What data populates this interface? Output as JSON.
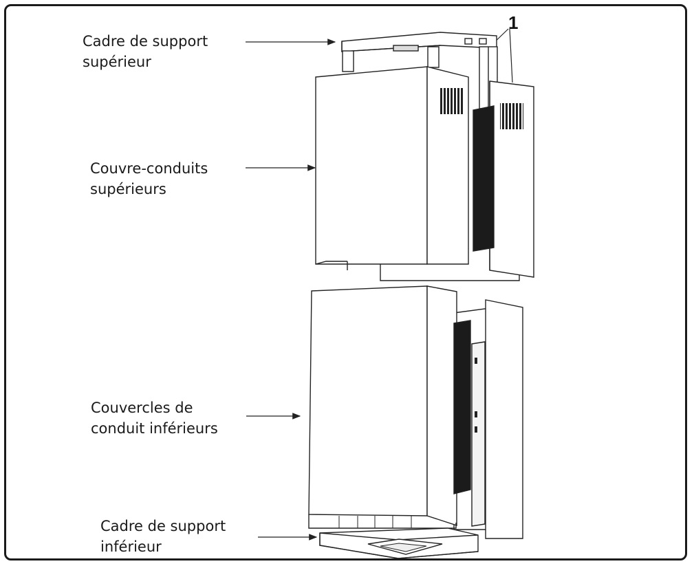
{
  "labels": {
    "upper_frame": [
      "Cadre de support",
      "supérieur"
    ],
    "upper_covers": [
      "Couvre-conduits",
      "supérieurs"
    ],
    "lower_covers": [
      "Couvercles de",
      "conduit inférieurs"
    ],
    "lower_frame": [
      "Cadre de support",
      "inférieur"
    ]
  },
  "callout_number": "1"
}
